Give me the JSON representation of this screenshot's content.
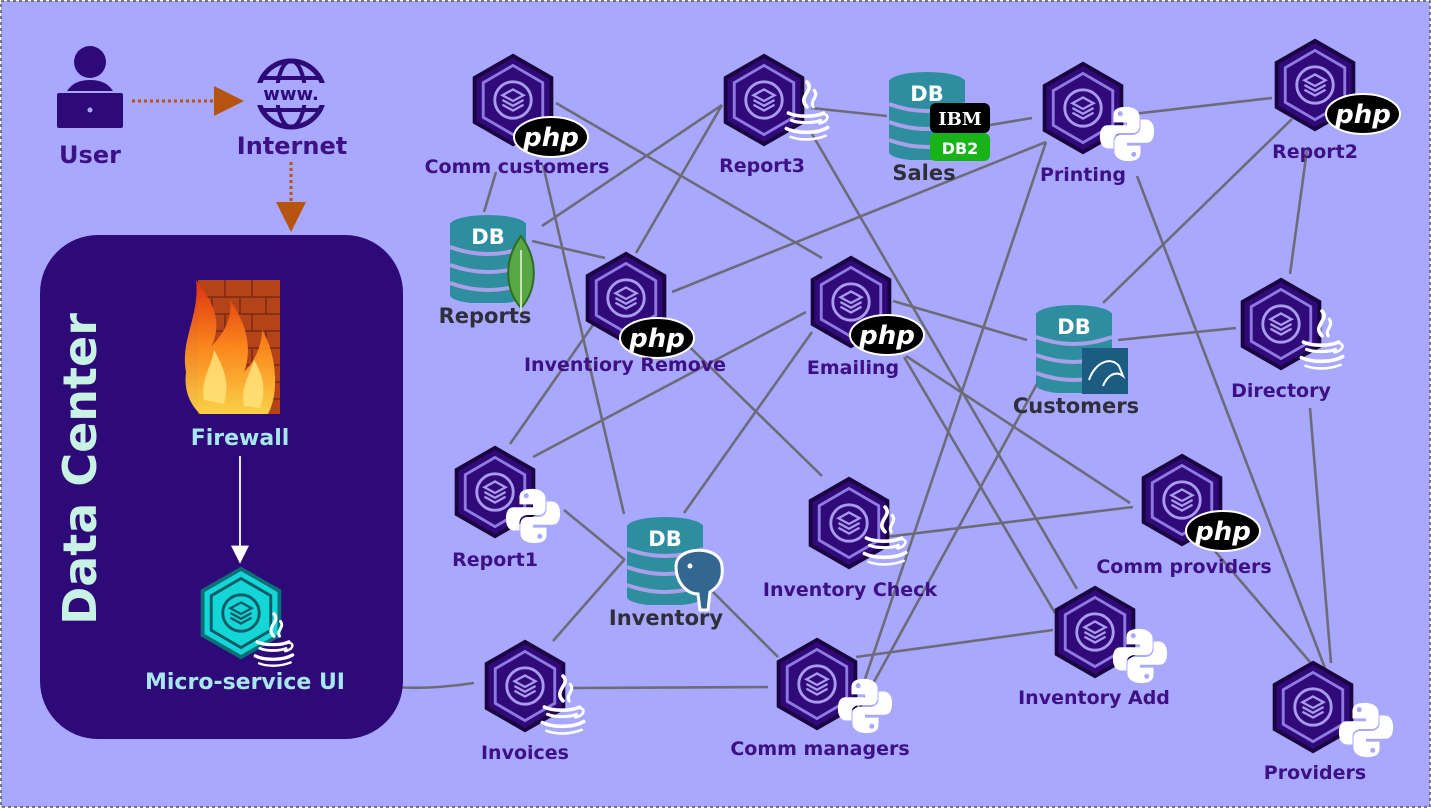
{
  "diagram": {
    "title": "Data Center",
    "external": {
      "user_label": "User",
      "internet_label": "Internet",
      "www_text": "www."
    },
    "data_center": {
      "firewall_label": "Firewall",
      "ui_label": "Micro-service UI"
    },
    "services": [
      {
        "id": "comm_customers",
        "label": "Comm customers",
        "tech": "php"
      },
      {
        "id": "report3",
        "label": "Report3",
        "tech": "java"
      },
      {
        "id": "printing",
        "label": "Printing",
        "tech": "python"
      },
      {
        "id": "report2",
        "label": "Report2",
        "tech": "php"
      },
      {
        "id": "inventory_remove",
        "label": "Inventiory Remove",
        "tech": "php"
      },
      {
        "id": "emailing",
        "label": "Emailing",
        "tech": "php"
      },
      {
        "id": "directory",
        "label": "Directory",
        "tech": "java"
      },
      {
        "id": "report1",
        "label": "Report1",
        "tech": "python"
      },
      {
        "id": "inventory_check",
        "label": "Inventory Check",
        "tech": "java"
      },
      {
        "id": "comm_providers",
        "label": "Comm providers",
        "tech": "php"
      },
      {
        "id": "inventory_add",
        "label": "Inventory Add",
        "tech": "python"
      },
      {
        "id": "invoices",
        "label": "Invoices",
        "tech": "java"
      },
      {
        "id": "comm_managers",
        "label": "Comm managers",
        "tech": "python"
      },
      {
        "id": "providers",
        "label": "Providers",
        "tech": "python"
      }
    ],
    "databases": [
      {
        "id": "sales",
        "label": "Sales",
        "engine": "ibm-db2",
        "badge_top": "IBM",
        "badge_bottom": "DB2"
      },
      {
        "id": "reports",
        "label": "Reports",
        "engine": "mongodb"
      },
      {
        "id": "customers",
        "label": "Customers",
        "engine": "mysql"
      },
      {
        "id": "inventory",
        "label": "Inventory",
        "engine": "postgresql"
      }
    ],
    "db_text": "DB",
    "php_text": "php",
    "colors": {
      "background": "#a9a8ff",
      "data_center": "#2e0a78",
      "hex_service": "#2f0a78",
      "hex_ui": "#14d6d6",
      "db_cylinder": "#2e8ea0",
      "connector": "#6c6c78",
      "external_arrow": "#b5530f",
      "label": "#3d1085"
    }
  }
}
